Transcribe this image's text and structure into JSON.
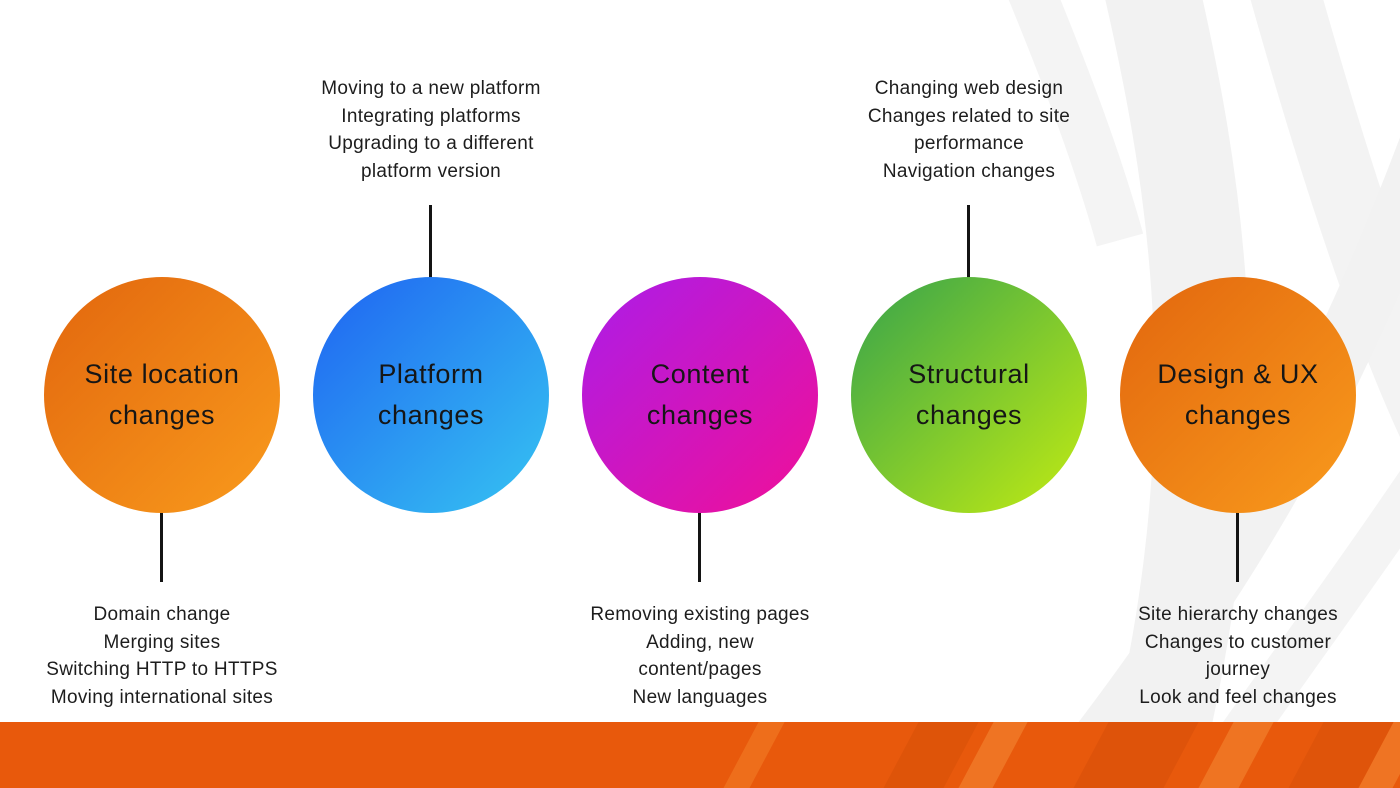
{
  "diagram": {
    "background_color": "#ffffff",
    "swirl_color": "#f2f2f2",
    "text_color": "#1d1d1d",
    "connector_color": "#141414",
    "bottom_bar_color": "#e8590c",
    "nodes": [
      {
        "id": "site-location-changes",
        "label_lines": [
          "Site location",
          "changes"
        ],
        "gradient_start": "#e2660e",
        "gradient_end": "#f99b1c",
        "annotation_position": "below",
        "annotation_lines": [
          "Domain change",
          "Merging sites",
          "Switching HTTP to HTTPS",
          "Moving international sites"
        ]
      },
      {
        "id": "platform-changes",
        "label_lines": [
          "Platform",
          "changes"
        ],
        "gradient_start": "#1f63f2",
        "gradient_end": "#36c5f2",
        "annotation_position": "above",
        "annotation_lines": [
          "Moving to a new platform",
          "Integrating platforms",
          "Upgrading to a different",
          "platform version"
        ]
      },
      {
        "id": "content-changes",
        "label_lines": [
          "Content",
          "changes"
        ],
        "gradient_start": "#ab1de9",
        "gradient_end": "#f10f97",
        "annotation_position": "below",
        "annotation_lines": [
          "Removing existing pages",
          "Adding, new",
          "content/pages",
          "New languages"
        ]
      },
      {
        "id": "structural-changes",
        "label_lines": [
          "Structural",
          "changes"
        ],
        "gradient_start": "#36a34c",
        "gradient_end": "#c3ec12",
        "annotation_position": "above",
        "annotation_lines": [
          "Changing web design",
          "Changes related to site",
          "performance",
          "Navigation changes"
        ]
      },
      {
        "id": "design-ux-changes",
        "label_lines": [
          "Design & UX",
          "changes"
        ],
        "gradient_start": "#e2660e",
        "gradient_end": "#f99b1c",
        "annotation_position": "below",
        "annotation_lines": [
          "Site hierarchy changes",
          "Changes to customer",
          "journey",
          "Look and feel changes"
        ]
      }
    ]
  }
}
